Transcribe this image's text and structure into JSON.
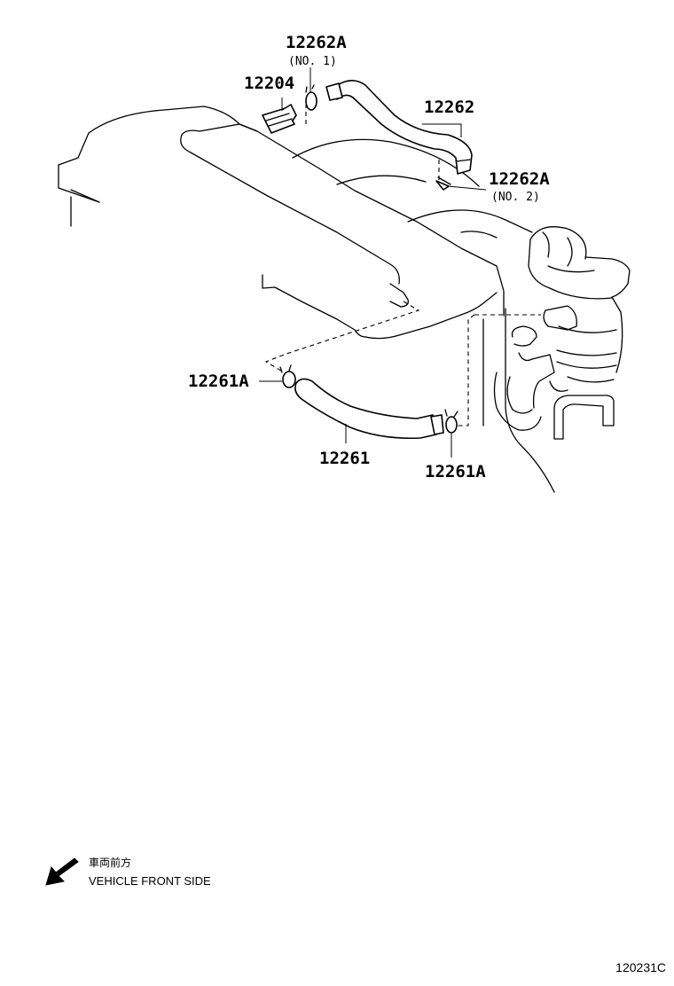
{
  "callouts": [
    {
      "part": "12262A",
      "note": "(NO. 1)"
    },
    {
      "part": "12204",
      "note": ""
    },
    {
      "part": "12262",
      "note": ""
    },
    {
      "part": "12262A",
      "note": "(NO. 2)"
    },
    {
      "part": "12261A",
      "note": ""
    },
    {
      "part": "12261",
      "note": ""
    },
    {
      "part": "12261A",
      "note": ""
    }
  ],
  "legend": {
    "japanese": "車両前方",
    "english": "VEHICLE FRONT SIDE"
  },
  "figure_id": "120231C"
}
